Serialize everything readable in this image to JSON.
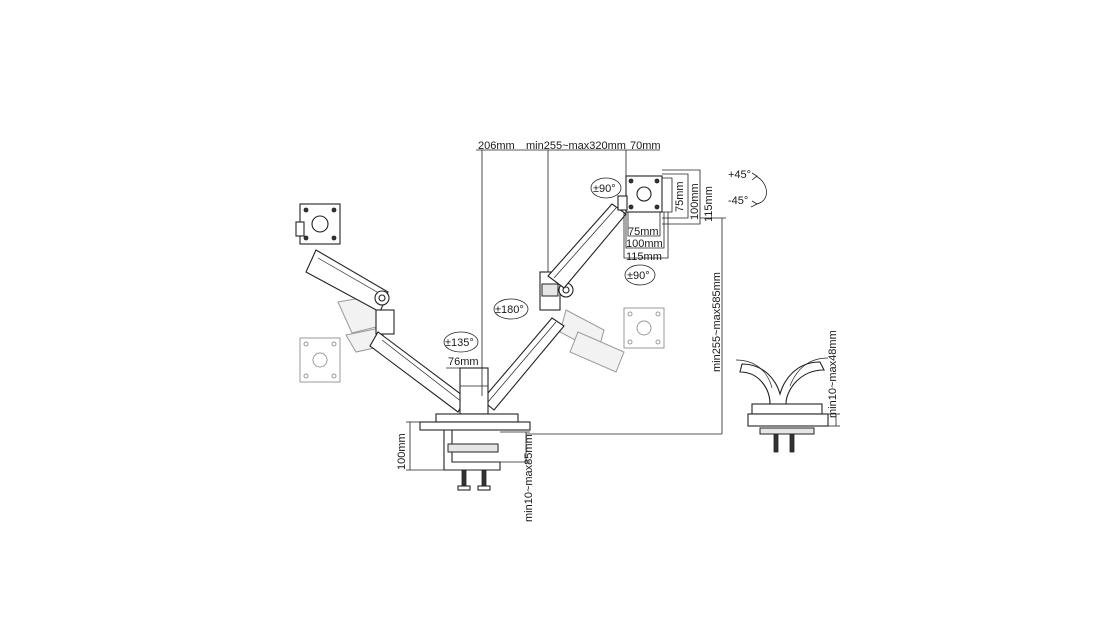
{
  "dimensions": {
    "reach_206": "206mm",
    "arm_length": "min255~max320mm",
    "offset_70": "70mm",
    "vesa_h_75": "75mm",
    "vesa_h_100": "100mm",
    "vesa_h_115": "115mm",
    "vesa_w_75": "75mm",
    "vesa_w_100": "100mm",
    "vesa_w_115": "115mm",
    "tilt_up": "+45°",
    "tilt_down": "-45°",
    "swivel_head_top": "±90°",
    "swivel_head_bottom": "±90°",
    "rotation_180": "±180°",
    "rotation_135": "±135°",
    "arm_offset_76": "76mm",
    "height_range": "min255~max585mm",
    "base_height": "100mm",
    "clamp_range": "min10~max85mm",
    "grommet_range": "min10~max48mm"
  }
}
